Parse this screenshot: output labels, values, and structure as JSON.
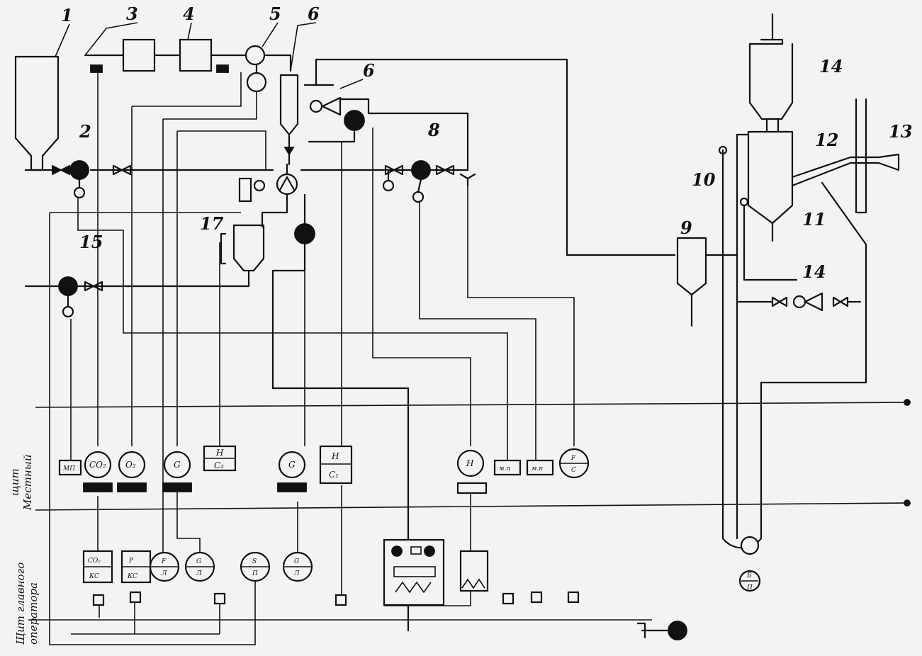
{
  "labels": {
    "n1": "1",
    "n2": "2",
    "n3": "3",
    "n4": "4",
    "n5": "5",
    "n6": "6",
    "n6b": "6",
    "n8": "8",
    "n9": "9",
    "n10": "10",
    "n11": "11",
    "n12": "12",
    "n13": "13",
    "n14": "14",
    "n15": "15",
    "n16": "14",
    "n17": "17"
  },
  "side": {
    "local_1": "Местный",
    "local_2": "щит",
    "main_1": "Щит главного",
    "main_2": "оператора"
  },
  "instruments": {
    "co2": "CO₂",
    "o2": "O₂",
    "g1": "G",
    "g2": "G",
    "g3": "H",
    "hc1_top": "H",
    "hc1_bot": "C₂",
    "hc2_top": "H",
    "hc2_bot": "C₁",
    "mp": "МП",
    "mp2": "м.п",
    "mp3": "м.п",
    "fc_top": "F",
    "fc_bot": "C",
    "bot_co2_top": "CO₂",
    "bot_co2_bot": "КС",
    "bot_p_top": "P",
    "bot_p_bot": "КС",
    "bot_f_top": "F",
    "bot_f_bot": "Л",
    "bot_g_top": "G",
    "bot_g_bot": "Л",
    "bot_s_top": "S",
    "bot_s_bot": "П",
    "bot_g2_top": "G",
    "bot_g2_bot": "Л",
    "right_top": "Б",
    "right_bot": "П"
  }
}
